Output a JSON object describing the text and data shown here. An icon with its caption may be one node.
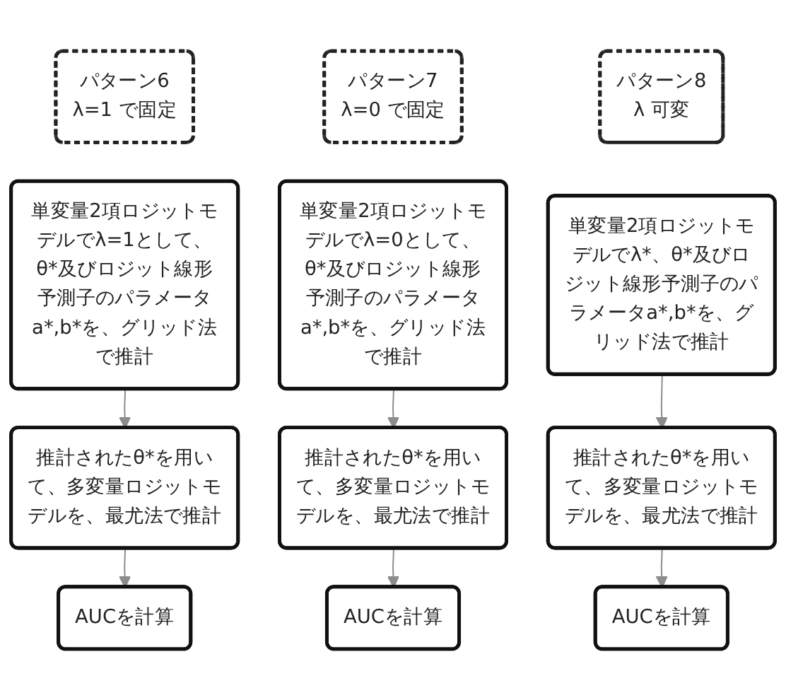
{
  "diagram": {
    "nodes": [
      {
        "text": [
          "パターン6",
          "λ=1 で固定"
        ]
      },
      {
        "text": [
          "単変量2項ロジットモデルでλ=1として、θ*及びロジット線形予測子のパラメータa*,b*を、グリッド法で推計"
        ]
      },
      {
        "text": [
          "推計されたθ*を用いて、多変量ロジットモデルを、最尤法で推計"
        ]
      },
      {
        "text": [
          "AUCを計算"
        ]
      },
      {
        "text": [
          "パターン7",
          "λ=0 で固定"
        ]
      },
      {
        "text": [
          "単変量2項ロジットモデルでλ=0として、θ*及びロジット線形予測子のパラメータa*,b*を、グリッド法で推計"
        ]
      },
      {
        "text": [
          "推計されたθ*を用いて、多変量ロジットモデルを、最尤法で推計"
        ]
      },
      {
        "text": [
          "AUCを計算"
        ]
      },
      {
        "text": [
          "パターン8",
          "λ 可変"
        ]
      },
      {
        "text": [
          "単変量2項ロジットモデルでλ*、θ*及びロジット線形予測子のパラメータa*,b*を、グリッド法で推計"
        ]
      },
      {
        "text": [
          "推計されたθ*を用いて、多変量ロジットモデルを、最尤法で推計"
        ]
      },
      {
        "text": [
          "AUCを計算"
        ]
      }
    ],
    "edges": [
      {
        "from": 1,
        "to": 2,
        "arrow": "to"
      },
      {
        "from": 2,
        "to": 3,
        "arrow": "to"
      },
      {
        "from": 5,
        "to": 6,
        "arrow": "to"
      },
      {
        "from": 6,
        "to": 7,
        "arrow": "to"
      },
      {
        "from": 9,
        "to": 10,
        "arrow": "to"
      },
      {
        "from": 10,
        "to": 11,
        "arrow": "to"
      }
    ]
  }
}
